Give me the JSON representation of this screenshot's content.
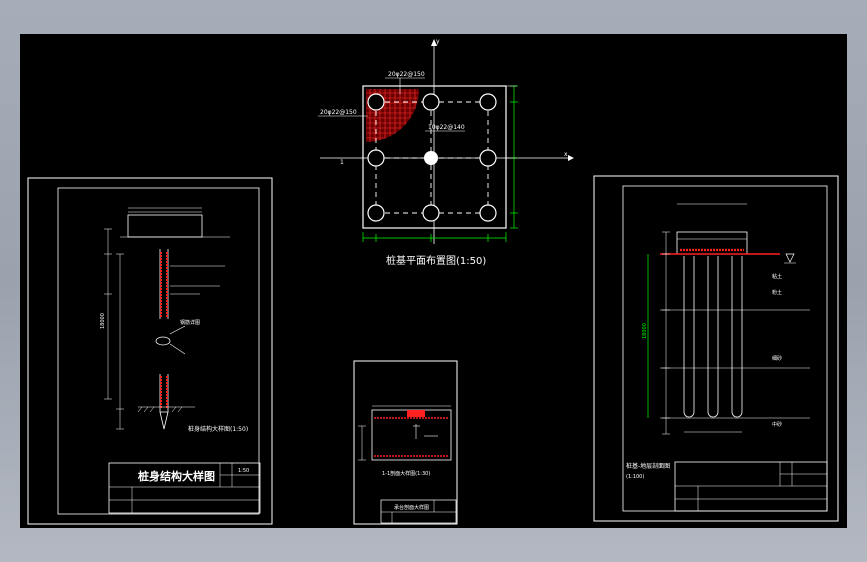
{
  "colors": {
    "background": "#000000",
    "line": "#ffffff",
    "dim_green": "#00ff00",
    "rebar_red": "#ff2020",
    "text_yellow": "#ffff66",
    "text_cyan": "#40e0ff"
  },
  "pile_cap_plan": {
    "title": "桩基平面布置图(1:50)",
    "axis_x_label": "x",
    "axis_y_label": "y",
    "axis_mark": "1",
    "rebar_top": "20φ22@150",
    "rebar_left": "20φ22@150",
    "rebar_center": "10φ22@140"
  },
  "pile_detail": {
    "title_block_title": "桩身结构大样图",
    "scale_label": "1:50",
    "section_label": "桩身结构大样图(1:50)",
    "detail_note": "钢筋详图",
    "total_length_label": "18000"
  },
  "cap_section": {
    "section_label": "1-1剖面大样图(1:30)",
    "title_block_title": "承台剖面大样图"
  },
  "geology_section": {
    "section_label": "桩基-地层剖面图",
    "scale_label": "(1:100)",
    "total_length_label": "18000",
    "soil_layers": [
      "粘土",
      "粉土",
      "细砂",
      "中砂"
    ]
  }
}
